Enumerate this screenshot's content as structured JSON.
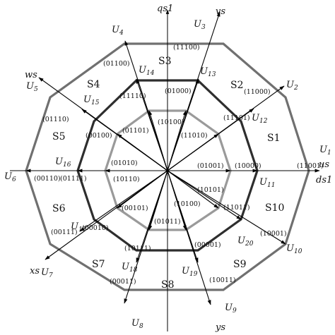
{
  "axes": {
    "qs1": "qs1",
    "ds1": "ds1",
    "us": "us",
    "vs": "vs",
    "ws": "ws",
    "xs": "xs",
    "ys": "ys"
  },
  "vectors": [
    {
      "name": "U",
      "sub": "1"
    },
    {
      "name": "U",
      "sub": "2"
    },
    {
      "name": "U",
      "sub": "3"
    },
    {
      "name": "U",
      "sub": "4"
    },
    {
      "name": "U",
      "sub": "5"
    },
    {
      "name": "U",
      "sub": "6"
    },
    {
      "name": "U",
      "sub": "7"
    },
    {
      "name": "U",
      "sub": "8"
    },
    {
      "name": "U",
      "sub": "9"
    },
    {
      "name": "U",
      "sub": "10"
    },
    {
      "name": "U",
      "sub": "11"
    },
    {
      "name": "U",
      "sub": "12"
    },
    {
      "name": "U",
      "sub": "13"
    },
    {
      "name": "U",
      "sub": "14"
    },
    {
      "name": "U",
      "sub": "15"
    },
    {
      "name": "U",
      "sub": "16"
    },
    {
      "name": "U",
      "sub": "17"
    },
    {
      "name": "U",
      "sub": "18"
    },
    {
      "name": "U",
      "sub": "19"
    },
    {
      "name": "U",
      "sub": "20"
    }
  ],
  "codes": [
    "(11001)",
    "(11000)",
    "(11100)",
    "(01100)",
    "(01110)",
    "(00110)",
    "(00111)",
    "(00011)",
    "(10011)",
    "(10001)",
    "(10000)",
    "(11101)",
    "(01000)",
    "(11110)",
    "(00100)",
    "(01111)",
    "(00010)",
    "(10111)",
    "(00001)",
    "(11011)",
    "(01001)",
    "(11010)",
    "(10100)",
    "(01101)",
    "(01010)",
    "(10110)",
    "(00101)",
    "(01011)",
    "(10100)",
    "(10101)"
  ],
  "sectors": [
    "S1",
    "S2",
    "S3",
    "S4",
    "S5",
    "S6",
    "S7",
    "S8",
    "S9",
    "S10"
  ],
  "colors": {
    "outer": "#707070",
    "middle": "#2e2e2e",
    "inner": "#9a9a9a",
    "vector": "#000000"
  }
}
